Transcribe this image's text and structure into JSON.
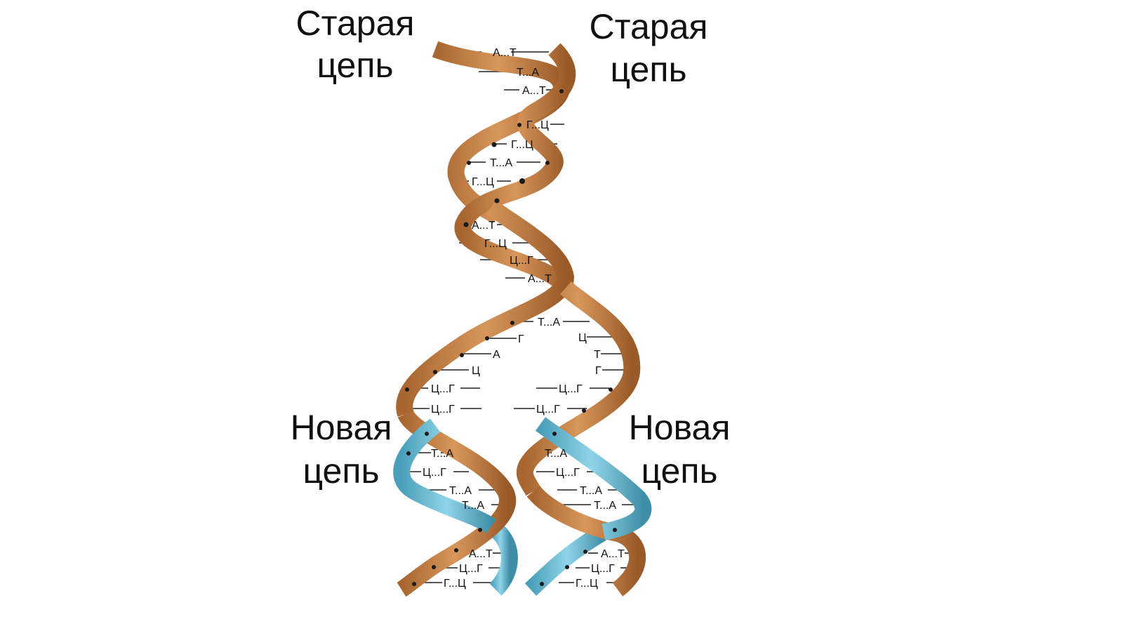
{
  "labels": {
    "old_strand_left": [
      "Старая",
      "цепь"
    ],
    "old_strand_right": [
      "Старая",
      "цепь"
    ],
    "new_strand_left": [
      "Новая",
      "цепь"
    ],
    "new_strand_right": [
      "Новая",
      "цепь"
    ]
  },
  "colors": {
    "old_strand": "#c98447",
    "old_strand_dark": "#9a5c2a",
    "new_strand": "#6ec3dc",
    "new_strand_dark": "#3e8fa8",
    "background": "#ffffff"
  },
  "base_pairs": {
    "parent_helix": [
      "А...Т",
      "Т...А",
      "А...Т",
      "Г...Ц",
      "Г...Ц",
      "Т...А",
      "Г...Ц",
      "А...Т",
      "Г...Ц",
      "Ц...Г",
      "А...Т",
      "Т...А"
    ],
    "fork_left_unpaired": [
      "Г",
      "А",
      "Ц"
    ],
    "fork_right_unpaired": [
      "Ц",
      "Т",
      "Г"
    ],
    "fork_left_paired": [
      "Ц...Г",
      "Ц...Г"
    ],
    "fork_right_paired": [
      "Ц...Г",
      "Ц...Г"
    ],
    "daughter_left": [
      "Т...А",
      "Ц...Г",
      "Т...А",
      "Т...А",
      "А...Т",
      "Ц...Г",
      "Г...Ц"
    ],
    "daughter_right": [
      "Т...А",
      "Ц...Г",
      "Т...А",
      "Т...А",
      "А...Т",
      "Ц...Г",
      "Г...Ц"
    ]
  }
}
